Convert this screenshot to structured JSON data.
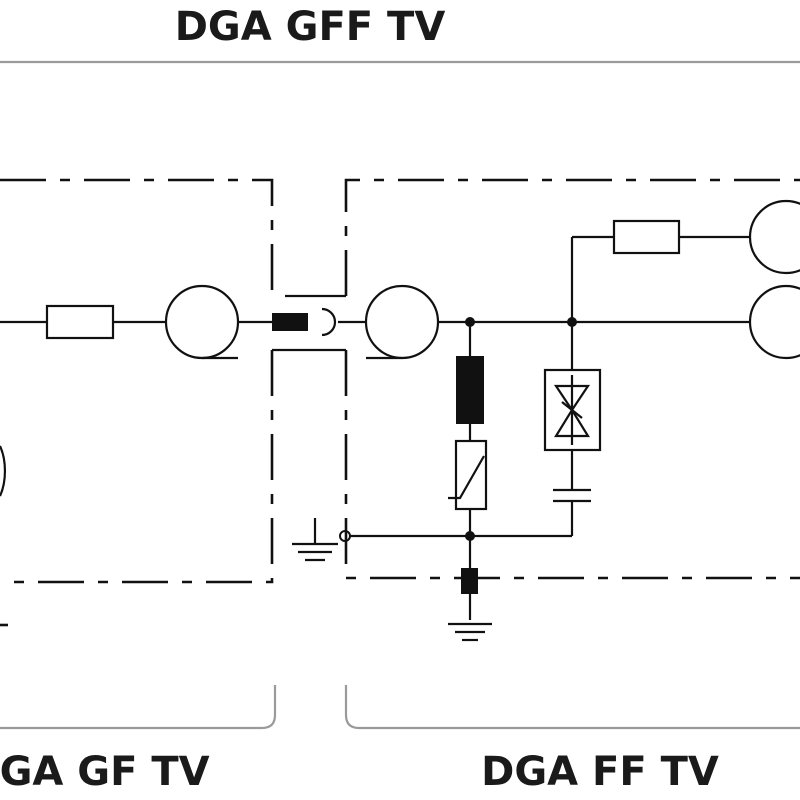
{
  "labels": {
    "top_title": "DGA GFF TV",
    "bottom_left": "DGA GF TV",
    "bottom_right": "DGA FF TV"
  }
}
